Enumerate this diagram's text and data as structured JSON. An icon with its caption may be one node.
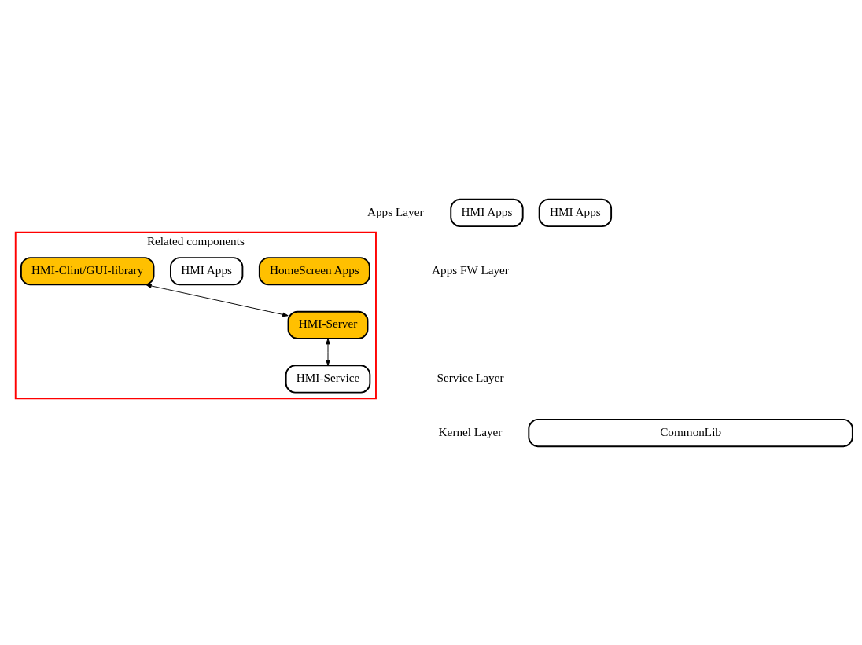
{
  "diagram": {
    "nodes": [
      {
        "text": [
          "Related components"
        ]
      },
      {
        "text": [
          "HomeScreen Apps"
        ],
        "in": 0
      },
      {
        "text": [
          "HMI Apps"
        ],
        "in": 0
      },
      {
        "text": [
          "HMI Apps"
        ]
      },
      {
        "text": [
          "HMI Apps"
        ]
      },
      {
        "text": [
          "HMI-Clint/GUI-library"
        ],
        "in": 0
      },
      {
        "text": [
          "HMI-Server"
        ],
        "in": 0
      },
      {
        "text": [
          "HMI-Service"
        ],
        "in": 0
      },
      {
        "text": [
          "CommonLib"
        ]
      }
    ],
    "edges": [
      {
        "from": 5,
        "to": 6,
        "arrow": "both"
      },
      {
        "from": 6,
        "to": 7,
        "arrow": "both"
      }
    ],
    "labels": [
      "Apps Layer",
      "Apps FW Layer",
      "Service Layer",
      "Kernel Layer"
    ]
  }
}
